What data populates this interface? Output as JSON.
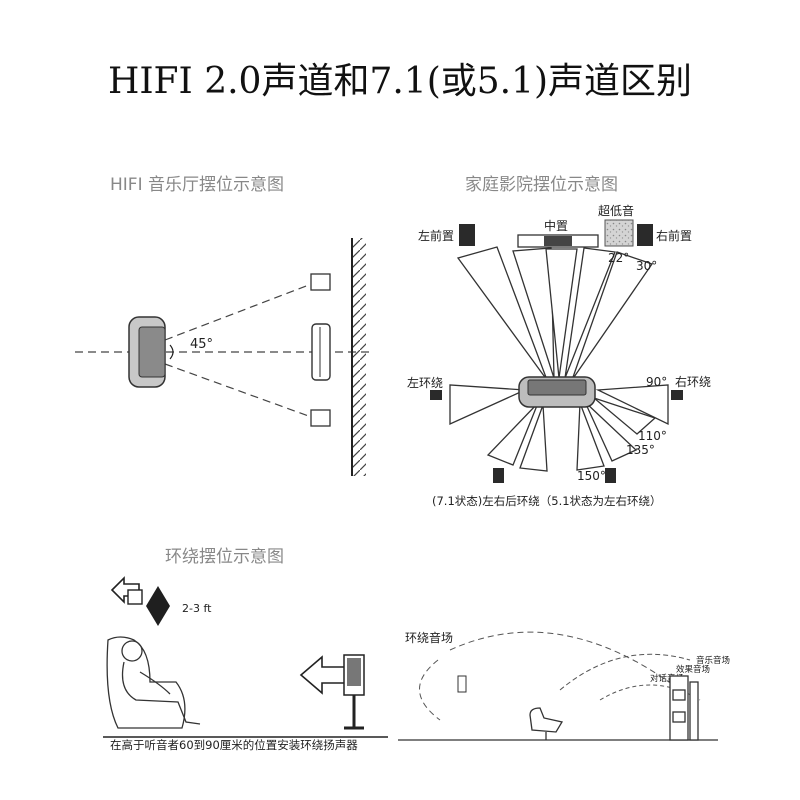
{
  "title": "HIFI 2.0声道和7.1(或5.1)声道区别",
  "hifi_panel": {
    "heading": "HIFI 音乐厅摆位示意图",
    "angle": "45°"
  },
  "home_panel": {
    "heading": "家庭影院摆位示意图",
    "front_left": "左前置",
    "center": "中置",
    "subwoofer": "超低音",
    "front_right": "右前置",
    "angle_22": "22°",
    "angle_30": "30°",
    "surround_left": "左环绕",
    "surround_right": "右环绕",
    "angle_90": "90°",
    "angle_110": "110°",
    "angle_135": "135°",
    "angle_150": "150°",
    "caption": "(7.1状态)左右后环绕（5.1状态为左右环绕）"
  },
  "surround_panel": {
    "heading": "环绕摆位示意图",
    "height": "2-3 ft",
    "caption": "在高于听音者60到90厘米的位置安装环绕扬声器"
  },
  "field_panel": {
    "surround_field": "环绕音场",
    "music_field": "音乐音场",
    "effects_field": "效果音场",
    "dialogue_field": "对话音场"
  }
}
